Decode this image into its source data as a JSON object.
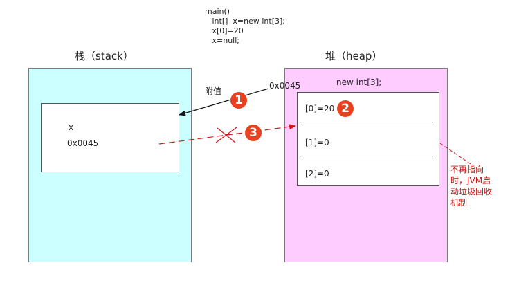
{
  "code": {
    "lines": [
      "main()",
      "   int[]  x=new int[3];",
      "   x[0]=20",
      "   x=null;"
    ]
  },
  "stack": {
    "title": "栈（stack）",
    "var_name": "x",
    "var_value": "0x0045"
  },
  "heap": {
    "title": "堆（heap）",
    "label": "new int[3];",
    "cells": [
      "[0]=20",
      "[1]=0",
      "[2]=0"
    ]
  },
  "arrows": {
    "assign_label": "附值",
    "address_label": "0x0045"
  },
  "steps": [
    "1",
    "2",
    "3"
  ],
  "note": {
    "text": "不再指向\n时，JVM启\n动垃圾回收\n机制"
  },
  "colors": {
    "stack_bg": "#ccffff",
    "heap_bg": "#ffccff",
    "badge": "#e8411f",
    "red": "#d41414"
  }
}
